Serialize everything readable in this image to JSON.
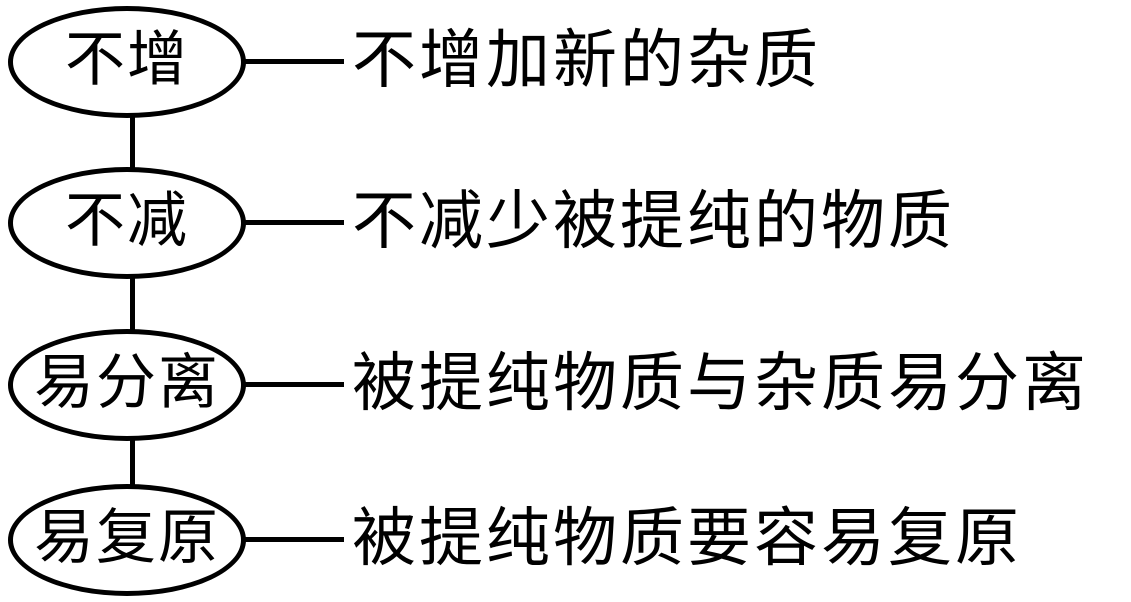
{
  "diagram": {
    "background_color": "#ffffff",
    "stroke_color": "#000000",
    "rows": [
      {
        "node": "不增",
        "description": "不增加新的杂质"
      },
      {
        "node": "不减",
        "description": "不减少被提纯的物质"
      },
      {
        "node": "易分离",
        "description": "被提纯物质与杂质易分离"
      },
      {
        "node": "易复原",
        "description": "被提纯物质要容易复原"
      }
    ]
  }
}
